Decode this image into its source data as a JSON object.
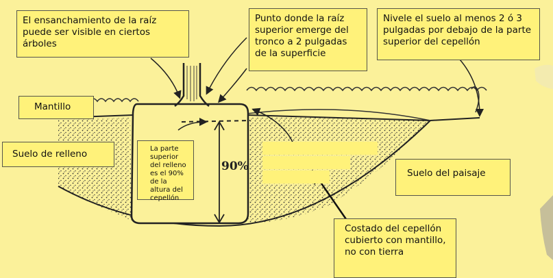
{
  "colors": {
    "background": "#fbf19a",
    "label_fill": "#fff27a",
    "ink": "#222222"
  },
  "labels": {
    "root_flare": "El ensanchamiento de la raíz puede ser visible en ciertos árboles",
    "top_root_point": "Punto donde la raíz superior emerge del tronco a 2 pulgadas de la superficie",
    "grade_level": "Nivele el suelo al menos 2 ó 3 pulgadas por debajo de la parte superior del cepellón",
    "mulch": "Mantillo",
    "backfill_soil": "Suelo de relleno",
    "backfill_top": "La parte superior del relleno es el 90% de la altura del cepellón",
    "landscape_soil": "Suelo del paisaje",
    "rootball_side": "Costado del cepellón cubierto con mantillo, no con tierra",
    "percent_mark": "90%"
  }
}
